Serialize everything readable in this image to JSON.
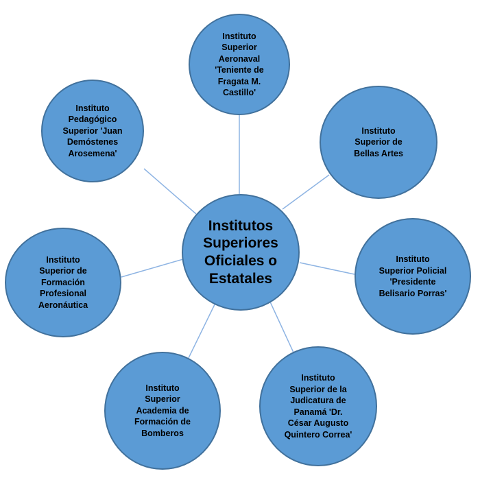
{
  "colors": {
    "node_fill": "#5B9BD5",
    "node_border": "#41719C",
    "connector": "#8EB4E3",
    "text": "#000000"
  },
  "center": {
    "label": "Institutos\nSuperiores\nOficiales o\nEstatales"
  },
  "nodes": [
    {
      "label": "Instituto\nSuperior\nAeronaval\n'Teniente de\nFragata M.\nCastillo'"
    },
    {
      "label": "Instituto\nSuperior de\nBellas Artes"
    },
    {
      "label": "Instituto\nSuperior Policial\n'Presidente\nBelisario Porras'"
    },
    {
      "label": "Instituto\nSuperior de la\nJudicatura de\nPanamá 'Dr.\nCésar Augusto\nQuintero Correa'"
    },
    {
      "label": "Instituto\nSuperior\nAcademia de\nFormación de\nBomberos"
    },
    {
      "label": "Instituto\nSuperior de\nFormación\nProfesional\nAeronáutica"
    },
    {
      "label": "Instituto\nPedagógico\nSuperior 'Juan\nDemóstenes\nArosemena'"
    }
  ]
}
